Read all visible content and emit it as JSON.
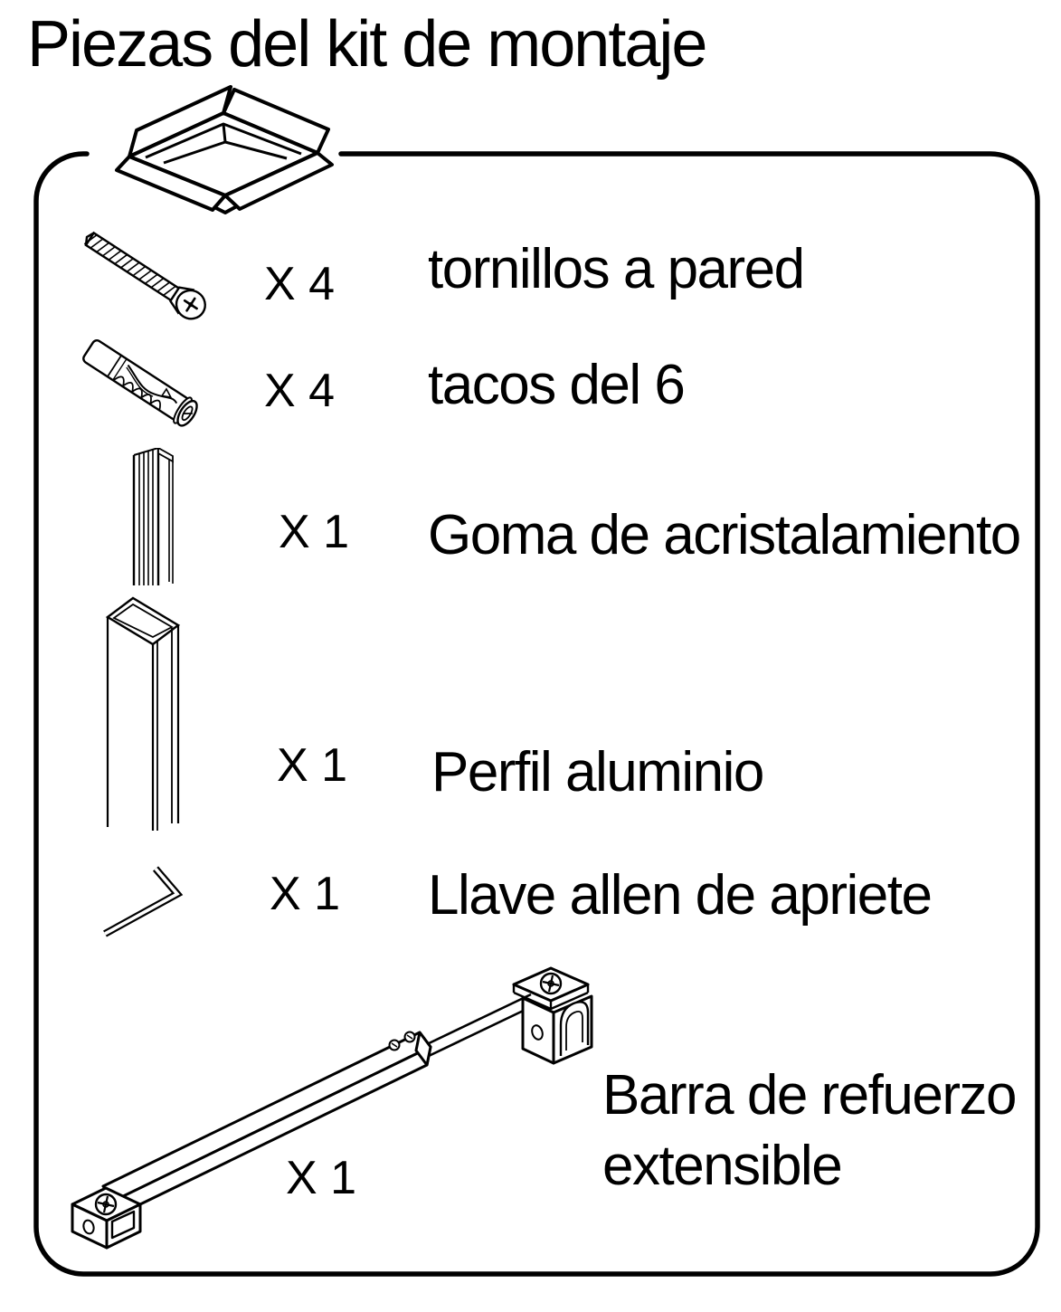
{
  "title": "Piezas del kit de montaje",
  "colors": {
    "ink": "#000000",
    "paper": "#ffffff"
  },
  "kit": {
    "box_icon": "open-cardboard-box-icon",
    "items": [
      {
        "icon": "wall-screw-icon",
        "qty": "X 4",
        "label": "tornillos a pared"
      },
      {
        "icon": "wall-plug-icon",
        "qty": "X 4",
        "label": "tacos del 6"
      },
      {
        "icon": "glazing-rubber-icon",
        "qty": "X 1",
        "label": "Goma de acristalamiento"
      },
      {
        "icon": "aluminium-profile-icon",
        "qty": "X 1",
        "label": "Perfil aluminio"
      },
      {
        "icon": "allen-key-icon",
        "qty": "X 1",
        "label": "Llave allen de apriete"
      },
      {
        "icon": "extensible-bar-icon",
        "qty": "X 1",
        "label": "Barra de refuerzo extensible",
        "label_lines": [
          "Barra de refuerzo",
          "extensible"
        ]
      }
    ]
  }
}
